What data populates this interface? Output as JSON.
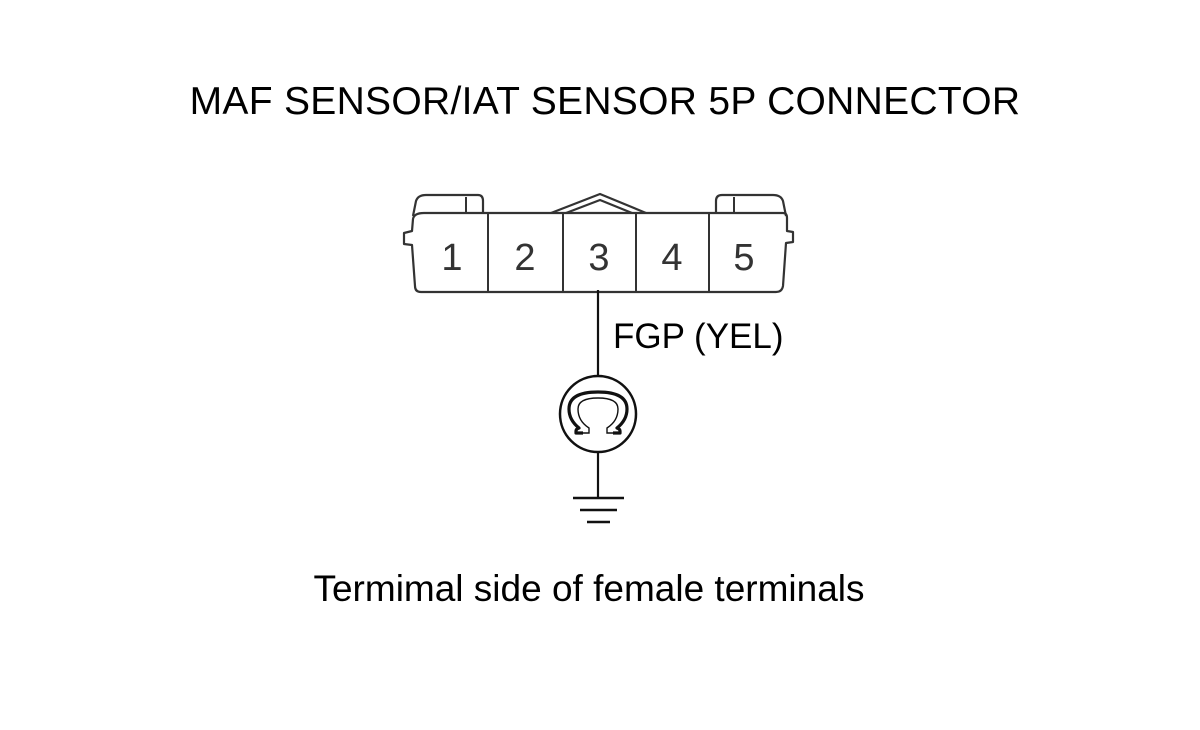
{
  "title": "MAF SENSOR/IAT SENSOR 5P CONNECTOR",
  "connector": {
    "pins": [
      "1",
      "2",
      "3",
      "4",
      "5"
    ],
    "connected_pin": "3"
  },
  "wire_label": "FGP (YEL)",
  "meter_symbol": "Ω",
  "meter_icon": "ohmmeter-icon",
  "ground_icon": "ground-icon",
  "caption": "Termimal side of female terminals"
}
